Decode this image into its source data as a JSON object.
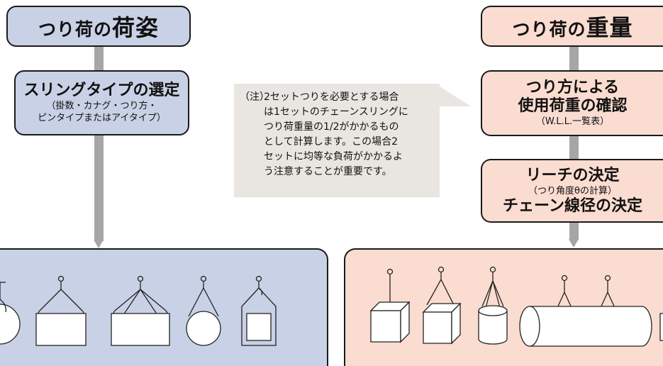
{
  "left": {
    "header_small": "つり荷の",
    "header_big": "荷姿",
    "step1_title": "スリングタイプの選定",
    "step1_sub1": "（掛数・カナグ・つり方・",
    "step1_sub2": "ピンタイプまたはアイタイプ）"
  },
  "right": {
    "header_small": "つり荷の",
    "header_big": "重量",
    "step1_line1": "つり方による",
    "step1_line2": "使用荷重の確認",
    "step1_sub": "（W.L.L.一覧表）",
    "step2_line1": "リーチの決定",
    "step2_sub": "（つり角度θの計算）",
    "step2_line2": "チェーン線径の決定"
  },
  "note": {
    "label": "（注）",
    "lines": [
      "2セットつりを必要とする場合",
      "は1セットのチェーンスリングに",
      "つり荷重量の1/2がかかるもの",
      "として計算します。この場合2",
      "セットに均等な負荷がかかるよ",
      "う注意することが重要です。"
    ]
  },
  "colors": {
    "blue": "#c9d1e6",
    "peach": "#fbdcd0",
    "arrow": "#a6a6a6",
    "note_bg": "#e9e6e1"
  }
}
